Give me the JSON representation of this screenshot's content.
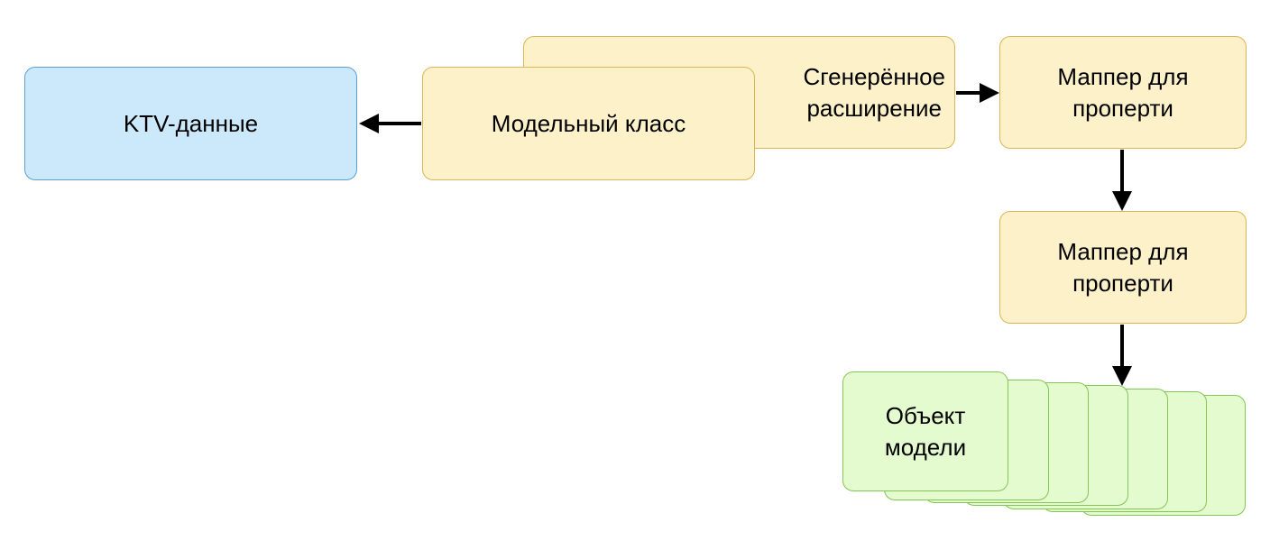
{
  "nodes": {
    "ktv_data": "KTV-данные",
    "model_class": "Модельный класс",
    "generated_extension": "Сгенерённое\nрасширение",
    "property_mapper_1": "Маппер для\nпроперти",
    "property_mapper_2": "Маппер для\nпроперти",
    "model_object": "Объект\nмодели"
  },
  "colors": {
    "blue_fill": "#cce9fb",
    "blue_stroke": "#5b9fd0",
    "yellow_fill": "#fdf1c9",
    "yellow_stroke": "#d8b655",
    "green_fill": "#e4fbd0",
    "green_stroke": "#85c555",
    "arrow": "#000000"
  }
}
